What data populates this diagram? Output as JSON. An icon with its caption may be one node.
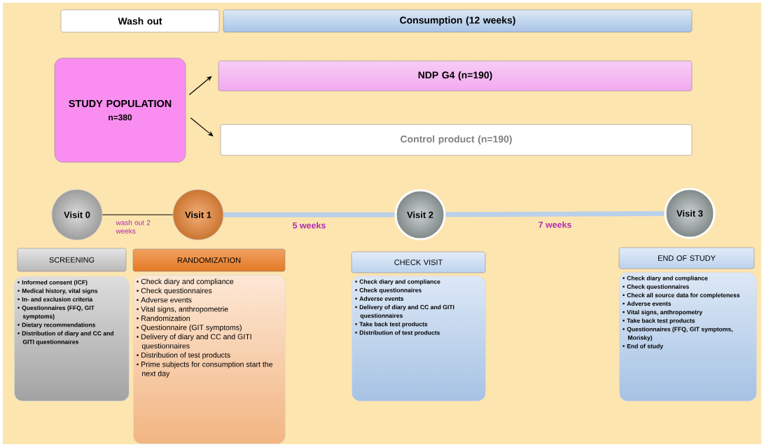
{
  "diagram": {
    "nodes": [
      {
        "text": [
          "Wash out"
        ]
      },
      {
        "text": [
          "Consumption (12 weeks)"
        ]
      },
      {
        "text": [
          "STUDY POPULATION",
          "n=380"
        ]
      },
      {
        "text": [
          "NDP G4 (n=190)"
        ]
      },
      {
        "text": [
          "Control product (n=190)"
        ]
      },
      {
        "text": [
          "Visit 0"
        ]
      },
      {
        "text": [
          "Visit 1"
        ]
      },
      {
        "text": [
          "Visit 2"
        ]
      },
      {
        "text": [
          "Visit 3"
        ]
      },
      {
        "text": [
          "SCREENING"
        ]
      },
      {
        "text": [
          "Informed consent (ICF)",
          "Medical history, vital signs",
          "In- and exclusion criteria",
          "Questionnaires (FFQ, GIT symptoms)",
          "Dietary recommendations",
          "Distribution of diary and CC and GITI questionnaires"
        ]
      },
      {
        "text": [
          "RANDOMIZATION"
        ]
      },
      {
        "text": [
          "Check diary and compliance",
          "Check questionnaires",
          "Adverse events",
          "Vital signs, anthropometrie",
          "Randomization",
          "Questionnaire (GIT symptoms)",
          "Delivery of diary and CC and GITI questionnaires",
          "Distribution of test products",
          "Prime subjects for consumption start the next day"
        ]
      },
      {
        "text": [
          "CHECK VISIT"
        ]
      },
      {
        "text": [
          "Check diary and compliance",
          "Check questionnaires",
          "Adverse events",
          "Delivery of diary and CC and GITI questionnaires",
          "Take back test products",
          "Distribution of test products"
        ]
      },
      {
        "text": [
          "END OF STUDY"
        ]
      },
      {
        "text": [
          "Check diary and compliance",
          "Check questionnaires",
          "Check all source data for completeness",
          "Adverse events",
          "Vital signs, anthropometry",
          "Take back test products",
          "Questionnaires (FFQ, GIT symptoms, Morisky)",
          "End of study"
        ]
      }
    ],
    "edges": [
      {
        "from": 2,
        "to": 3,
        "arrow": "to"
      },
      {
        "from": 2,
        "to": 4,
        "arrow": "to"
      },
      {
        "from": 5,
        "to": 6,
        "arrow": "none",
        "label": "wash out 2 weeks"
      },
      {
        "from": 6,
        "to": 7,
        "arrow": "none",
        "label": "5 weeks",
        "style": "thick",
        "color": "#b9d0ea"
      },
      {
        "from": 7,
        "to": 8,
        "arrow": "none",
        "label": "7 weeks",
        "style": "thick",
        "color": "#b9d0ea"
      }
    ]
  }
}
